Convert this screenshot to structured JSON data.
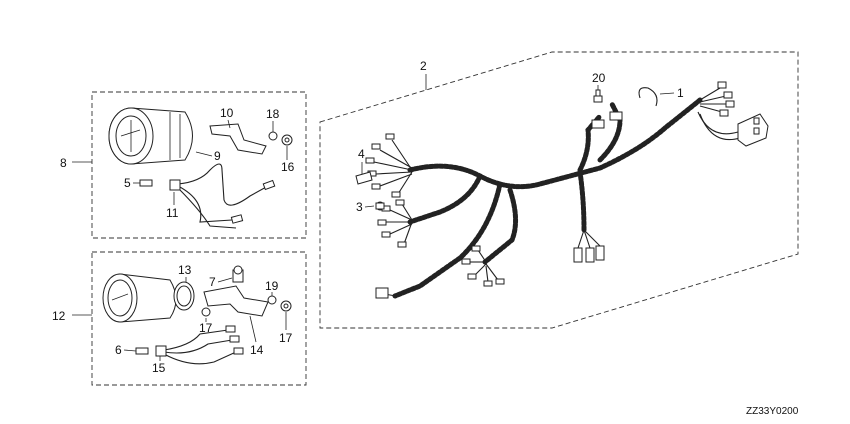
{
  "diagram_code": "ZZ33Y0200",
  "callouts": {
    "c1": "1",
    "c2": "2",
    "c3": "3",
    "c4": "4",
    "c5": "5",
    "c6": "6",
    "c7": "7",
    "c8": "8",
    "c9": "9",
    "c10": "10",
    "c11": "11",
    "c12": "12",
    "c13": "13",
    "c14": "14",
    "c15": "15",
    "c16": "16",
    "c17a": "17",
    "c17b": "17",
    "c18": "18",
    "c19": "19",
    "c20": "20"
  }
}
